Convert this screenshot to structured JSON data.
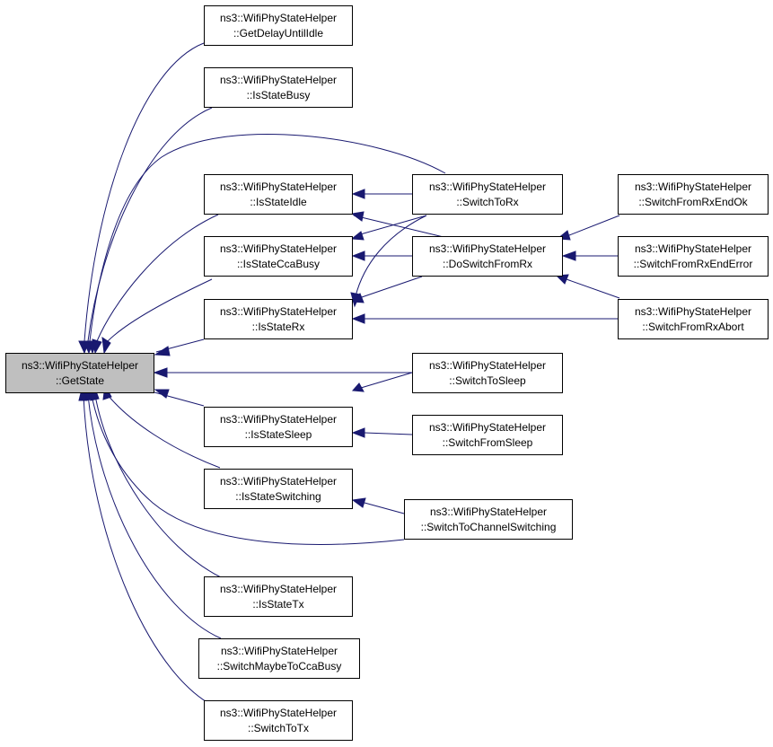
{
  "nodes": {
    "get_state": {
      "line1": "ns3::WifiPhyStateHelper",
      "line2": "::GetState"
    },
    "get_delay_until_idle": {
      "line1": "ns3::WifiPhyStateHelper",
      "line2": "::GetDelayUntilIdle"
    },
    "is_state_busy": {
      "line1": "ns3::WifiPhyStateHelper",
      "line2": "::IsStateBusy"
    },
    "is_state_idle": {
      "line1": "ns3::WifiPhyStateHelper",
      "line2": "::IsStateIdle"
    },
    "is_state_cca_busy": {
      "line1": "ns3::WifiPhyStateHelper",
      "line2": "::IsStateCcaBusy"
    },
    "is_state_rx": {
      "line1": "ns3::WifiPhyStateHelper",
      "line2": "::IsStateRx"
    },
    "is_state_sleep": {
      "line1": "ns3::WifiPhyStateHelper",
      "line2": "::IsStateSleep"
    },
    "is_state_switching": {
      "line1": "ns3::WifiPhyStateHelper",
      "line2": "::IsStateSwitching"
    },
    "is_state_tx": {
      "line1": "ns3::WifiPhyStateHelper",
      "line2": "::IsStateTx"
    },
    "switch_maybe_to_cca_busy": {
      "line1": "ns3::WifiPhyStateHelper",
      "line2": "::SwitchMaybeToCcaBusy"
    },
    "switch_to_tx": {
      "line1": "ns3::WifiPhyStateHelper",
      "line2": "::SwitchToTx"
    },
    "switch_to_rx": {
      "line1": "ns3::WifiPhyStateHelper",
      "line2": "::SwitchToRx"
    },
    "do_switch_from_rx": {
      "line1": "ns3::WifiPhyStateHelper",
      "line2": "::DoSwitchFromRx"
    },
    "switch_to_sleep": {
      "line1": "ns3::WifiPhyStateHelper",
      "line2": "::SwitchToSleep"
    },
    "switch_from_sleep": {
      "line1": "ns3::WifiPhyStateHelper",
      "line2": "::SwitchFromSleep"
    },
    "switch_to_channel_switching": {
      "line1": "ns3::WifiPhyStateHelper",
      "line2": "::SwitchToChannelSwitching"
    },
    "switch_from_rx_end_ok": {
      "line1": "ns3::WifiPhyStateHelper",
      "line2": "::SwitchFromRxEndOk"
    },
    "switch_from_rx_end_error": {
      "line1": "ns3::WifiPhyStateHelper",
      "line2": "::SwitchFromRxEndError"
    },
    "switch_from_rx_abort": {
      "line1": "ns3::WifiPhyStateHelper",
      "line2": "::SwitchFromRxAbort"
    }
  },
  "colors": {
    "edge": "#191970",
    "root_fill": "#bfbfbf",
    "node_fill": "#ffffff",
    "border": "#000000"
  }
}
